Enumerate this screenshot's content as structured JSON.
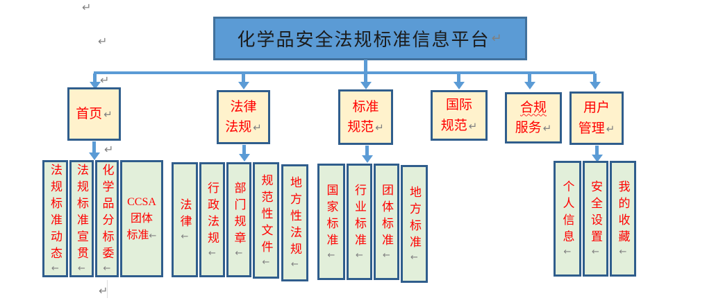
{
  "colors": {
    "root_fill": "#5B9BD5",
    "root_border": "#41719C",
    "branch_fill": "#FFF2CC",
    "leaf_fill": "#E2EFDA",
    "box_border": "#2F5D8C",
    "text_red": "#FF0000",
    "connector_blue": "#5B9BD5",
    "mark_gray": "#808080"
  },
  "marks": {
    "paragraph": "↵",
    "cell_end": "←"
  },
  "root": {
    "label": "化学品安全法规标准信息平台"
  },
  "branches": {
    "home": {
      "line1": "首页"
    },
    "laws": {
      "line1": "法律",
      "line2": "法规"
    },
    "standards": {
      "line1": "标准",
      "line2": "规范"
    },
    "international": {
      "line1": "国际",
      "line2": "规范"
    },
    "compliance": {
      "line1": "合规",
      "line2": "服务",
      "spellcheck_squiggle": true
    },
    "users": {
      "line1": "用户",
      "line2": "管理"
    }
  },
  "leaves": {
    "home": {
      "c1": "法规标准动态",
      "c2": "法规标准宣贯",
      "c3": "化学品分标委",
      "c4_line1": "CCSA",
      "c4_line2": "团体",
      "c4_line3": "标准"
    },
    "laws": {
      "c1": "法律",
      "c2": "行政法规",
      "c3": "部门规章",
      "c4": "规范性文件",
      "c5": "地方性法规"
    },
    "standards": {
      "c1": "国家标准",
      "c2": "行业标准",
      "c3": "团体标准",
      "c4": "地方标准"
    },
    "users": {
      "c1": "个人信息",
      "c2": "安全设置",
      "c3": "我的收藏"
    }
  }
}
